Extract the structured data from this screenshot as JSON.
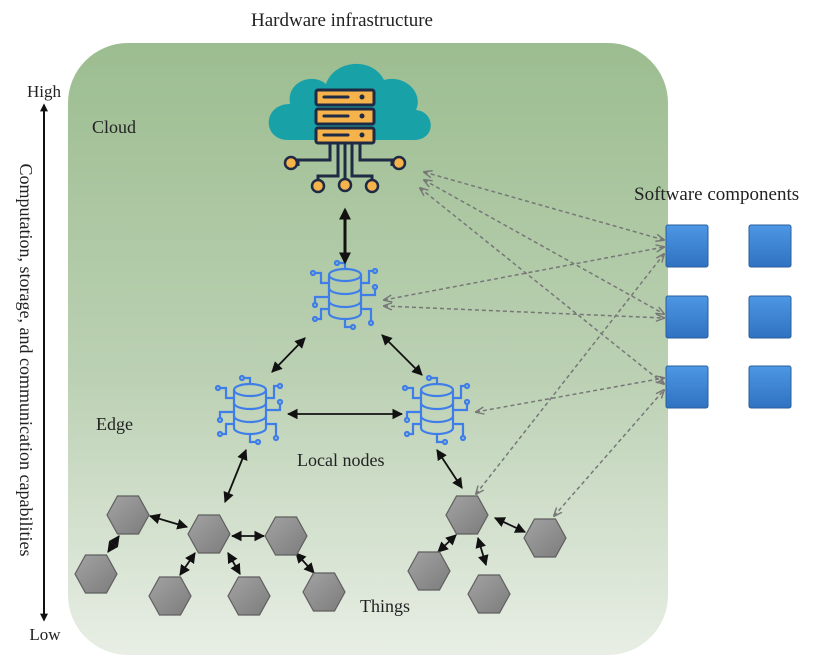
{
  "title": "Hardware infrastructure",
  "software_label": "Software components",
  "axis": {
    "high": "High",
    "low": "Low",
    "label": "Computation, storage, and communication capabilities"
  },
  "tiers": {
    "cloud": "Cloud",
    "edge": "Edge",
    "local_nodes": "Local nodes",
    "things": "Things"
  },
  "icons": {
    "cloud": "cloud-server-icon",
    "edge": "database-node-icon",
    "thing": "hexagon-device-icon",
    "software": "software-component-block"
  },
  "colors": {
    "panel_top": "#9fbf92",
    "panel_bottom": "#e6ede3",
    "cloud_fill": "#1aa0a6",
    "server_fill": "#f6b24b",
    "node_blue": "#3f7ee8",
    "hexagon": "#8c8c8c",
    "software_block": "#3d86d6",
    "dashed_line": "#777777"
  }
}
